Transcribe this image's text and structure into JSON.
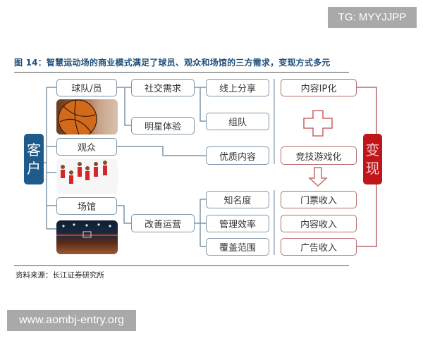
{
  "watermarks": {
    "top_right": "TG: MYYJJPP",
    "bottom_left": "www.aombj-entry.org"
  },
  "figure": {
    "title": "图 14：智慧运动场的商业模式满足了球员、观众和场馆的三方需求，变现方式多元",
    "source": "资料来源：长江证券研究所"
  },
  "diagram": {
    "left_category": "客户",
    "right_category": "变现",
    "customers": [
      {
        "label": "球队/员",
        "image": "basketball-photo"
      },
      {
        "label": "观众",
        "image": "cheerleaders-photo"
      },
      {
        "label": "场馆",
        "image": "arena-photo"
      }
    ],
    "needs": {
      "social": "社交需求",
      "star_experience": "明星体验",
      "improve_operations": "改善运营"
    },
    "value_props": {
      "online_share": "线上分享",
      "team_up": "组队",
      "quality_content": "优质内容",
      "awareness": "知名度",
      "management_efficiency": "管理效率",
      "coverage": "覆盖范围"
    },
    "monetization": {
      "content_ip": "内容IP化",
      "plus_symbol": "plus-icon",
      "gamification": "竞技游戏化",
      "arrow_symbol": "down-arrow-icon",
      "revenues": [
        "门票收入",
        "内容收入",
        "广告收入"
      ]
    },
    "colors": {
      "blue_accent": "#1e5b8a",
      "blue_border": "#7f95a8",
      "red_accent": "#c0151b",
      "red_border": "#b66a6a",
      "title_blue": "#1f4e79"
    }
  }
}
